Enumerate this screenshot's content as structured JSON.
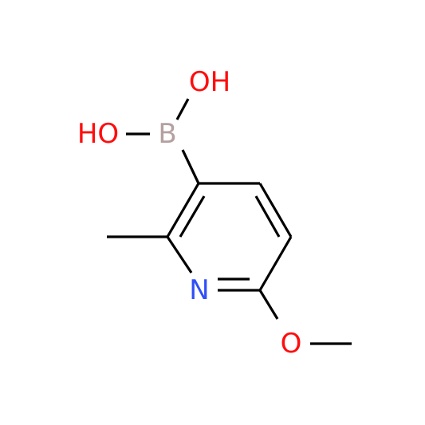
{
  "molecule": {
    "atoms": {
      "oh_top": {
        "text": "OH",
        "element": "O"
      },
      "oh_left": {
        "text": "HO",
        "element": "O"
      },
      "boron": {
        "text": "B",
        "element": "B"
      },
      "nitrogen": {
        "text": "N",
        "element": "N"
      },
      "oxygen": {
        "text": "O",
        "element": "O"
      }
    },
    "colors": {
      "bond": "#000000",
      "oxygen": "#ff0d0d",
      "nitrogen": "#3050f8",
      "boron": "#b5a0a0"
    }
  }
}
